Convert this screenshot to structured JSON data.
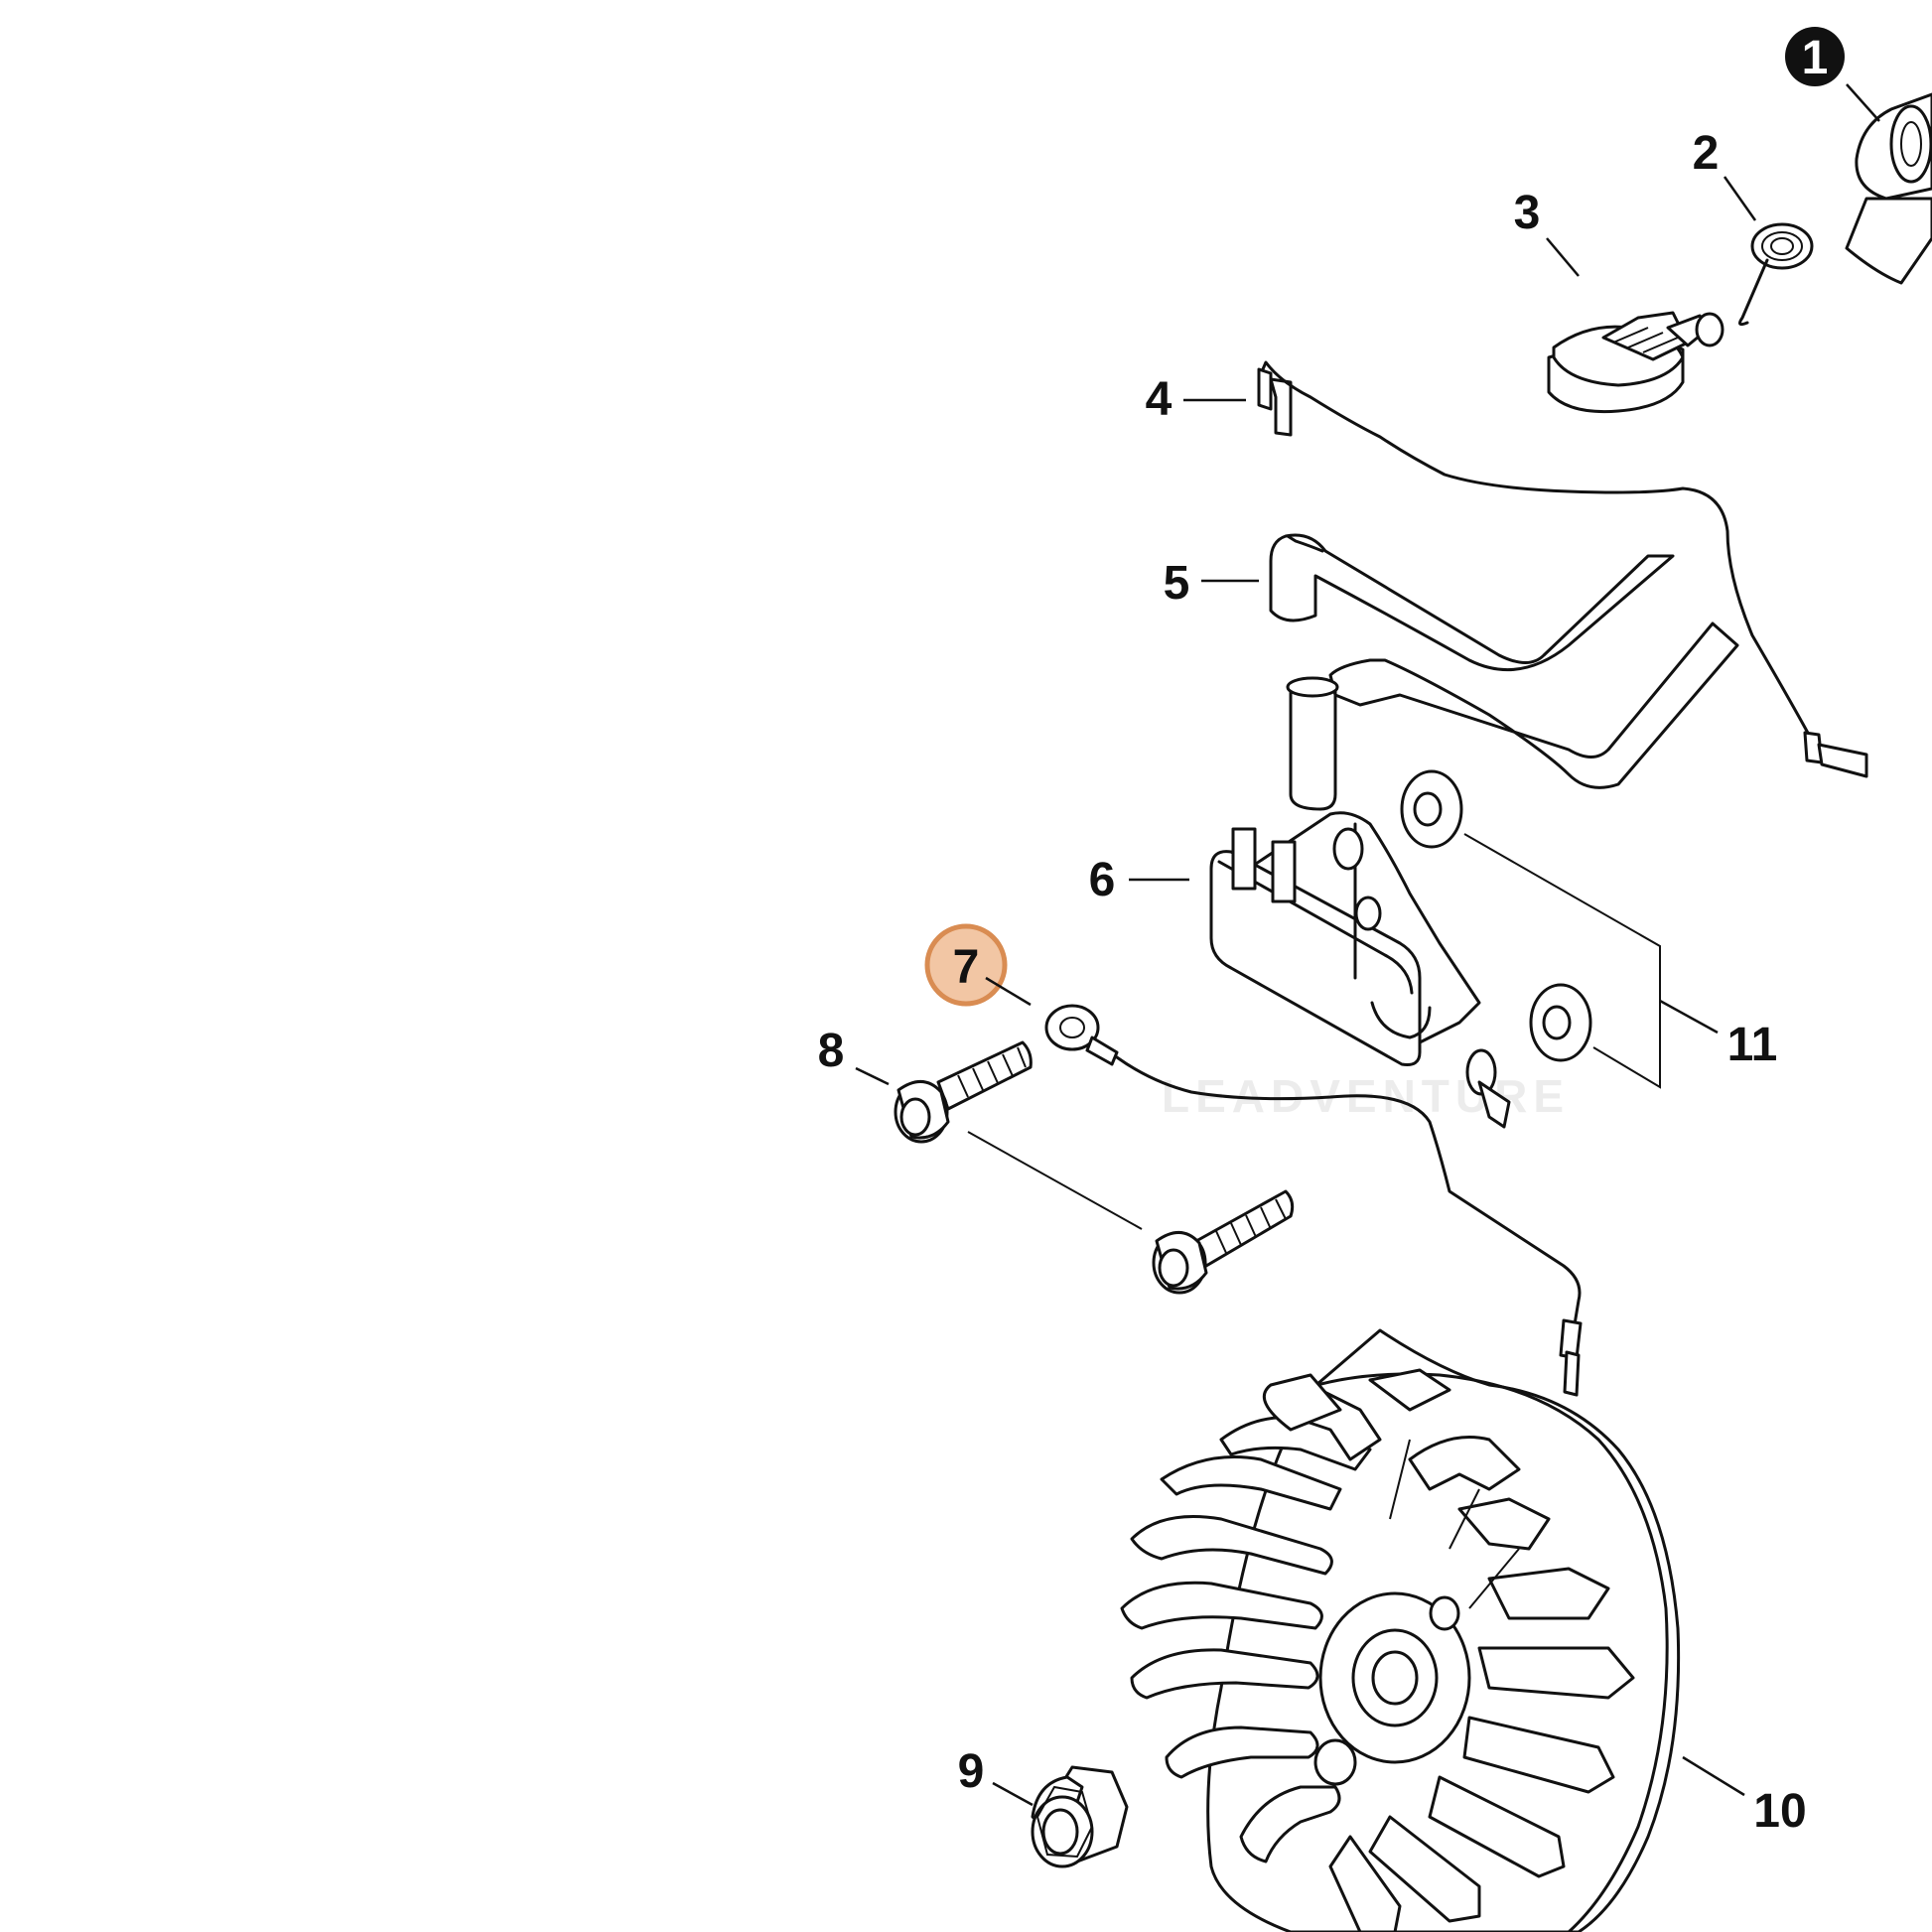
{
  "diagram": {
    "callouts": [
      {
        "id": "1",
        "label": "1",
        "style": "filled"
      },
      {
        "id": "2",
        "label": "2"
      },
      {
        "id": "3",
        "label": "3"
      },
      {
        "id": "4",
        "label": "4"
      },
      {
        "id": "5",
        "label": "5"
      },
      {
        "id": "6",
        "label": "6"
      },
      {
        "id": "7",
        "label": "7",
        "highlighted": true
      },
      {
        "id": "8",
        "label": "8"
      },
      {
        "id": "9",
        "label": "9"
      },
      {
        "id": "10",
        "label": "10"
      },
      {
        "id": "11",
        "label": "11"
      }
    ],
    "highlight_color": "#f2c6a4",
    "highlight_border": "#d98c52",
    "watermark": "LEADVENTURE"
  }
}
